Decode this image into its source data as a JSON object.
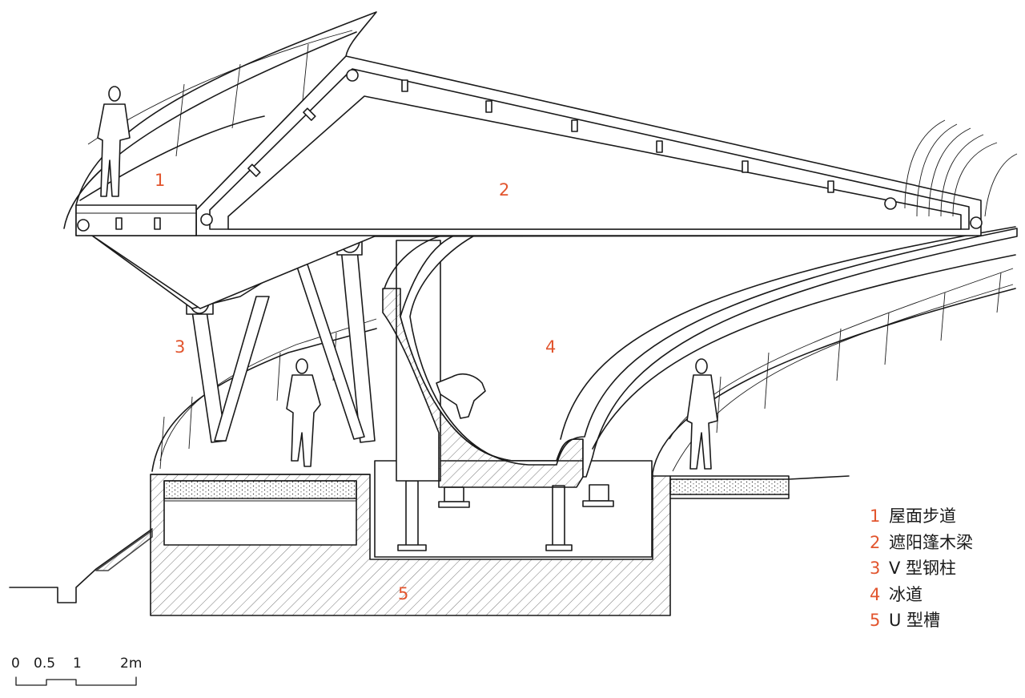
{
  "callouts": [
    "1",
    "2",
    "3",
    "4",
    "5"
  ],
  "legend": [
    {
      "num": "1",
      "text": "屋面步道"
    },
    {
      "num": "2",
      "text": "遮阳篷木梁"
    },
    {
      "num": "3",
      "text": "V 型钢柱"
    },
    {
      "num": "4",
      "text": "冰道"
    },
    {
      "num": "5",
      "text": "U 型槽"
    }
  ],
  "scale_bar": {
    "labels": [
      "0",
      "0.5",
      "1",
      "2m"
    ]
  },
  "colors": {
    "accent": "#e2552e",
    "line": "#1a1a1a",
    "background": "#ffffff"
  }
}
